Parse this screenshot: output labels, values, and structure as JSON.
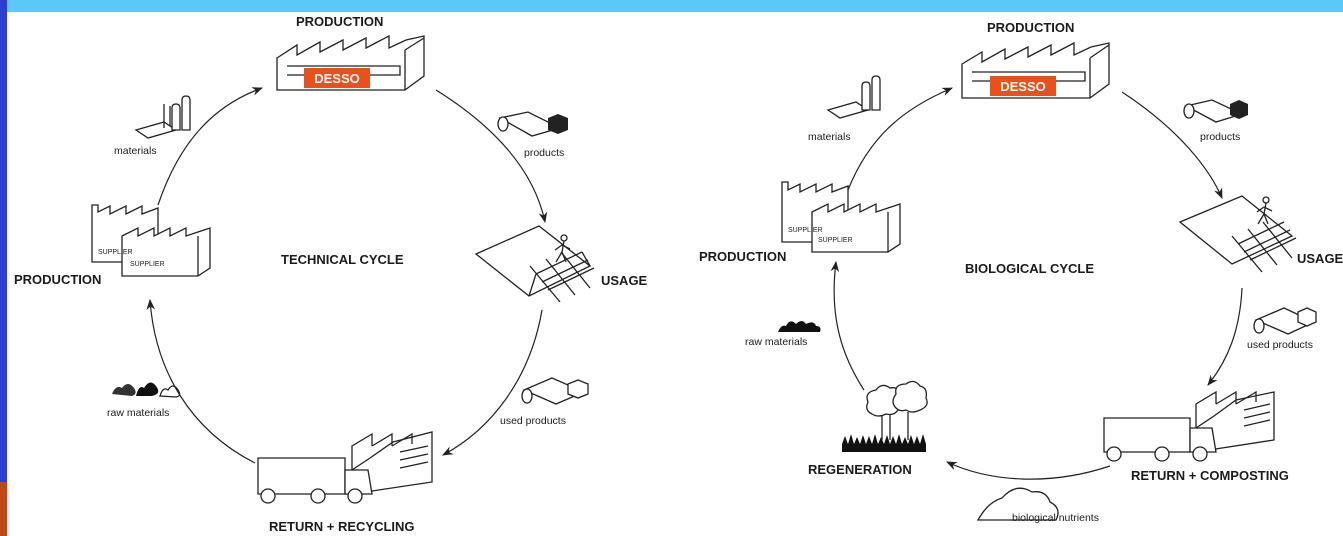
{
  "colors": {
    "top_bar": "#5cc8f5",
    "left_bar": "#2c3fd0",
    "left_bar_bottom": "#c0461b",
    "brand": "#e8501e"
  },
  "brand_text": "DESSO",
  "technical": {
    "center_title": "TECHNICAL CYCLE",
    "stage_production_top": "PRODUCTION",
    "stage_usage": "USAGE",
    "stage_return": "RETURN + RECYCLING",
    "stage_production_left": "PRODUCTION",
    "flow_products": "products",
    "flow_used_products": "used products",
    "flow_raw_materials": "raw materials",
    "flow_materials": "materials",
    "supplier_front": "SUPPLIER",
    "supplier_back": "SUPPLIER"
  },
  "biological": {
    "center_title": "BIOLOGICAL CYCLE",
    "stage_production_top": "PRODUCTION",
    "stage_usage": "USAGE",
    "stage_return": "RETURN + COMPOSTING",
    "stage_regeneration": "REGENERATION",
    "stage_production_left": "PRODUCTION",
    "flow_products": "products",
    "flow_used_products": "used products",
    "flow_biological_nutrients": "biological nutrients",
    "flow_raw_materials": "raw materials",
    "flow_materials": "materials",
    "supplier_front": "SUPPLIER",
    "supplier_back": "SUPPLIER"
  }
}
